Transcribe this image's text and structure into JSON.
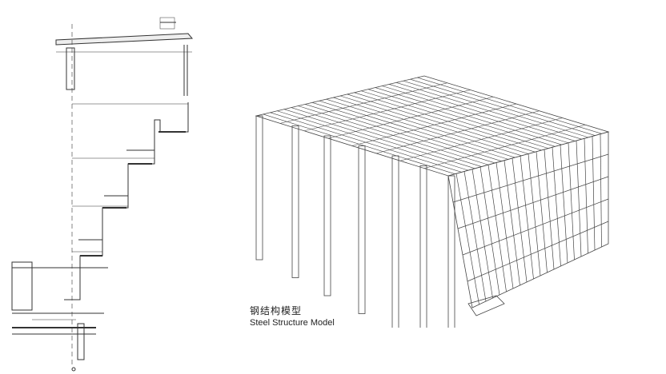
{
  "captions": {
    "chinese": "钢结构模型",
    "english": "Steel Structure Model"
  },
  "colors": {
    "line": "#444444",
    "background": "#ffffff"
  },
  "icons": [
    "section-drawing",
    "steel-frame-model"
  ]
}
